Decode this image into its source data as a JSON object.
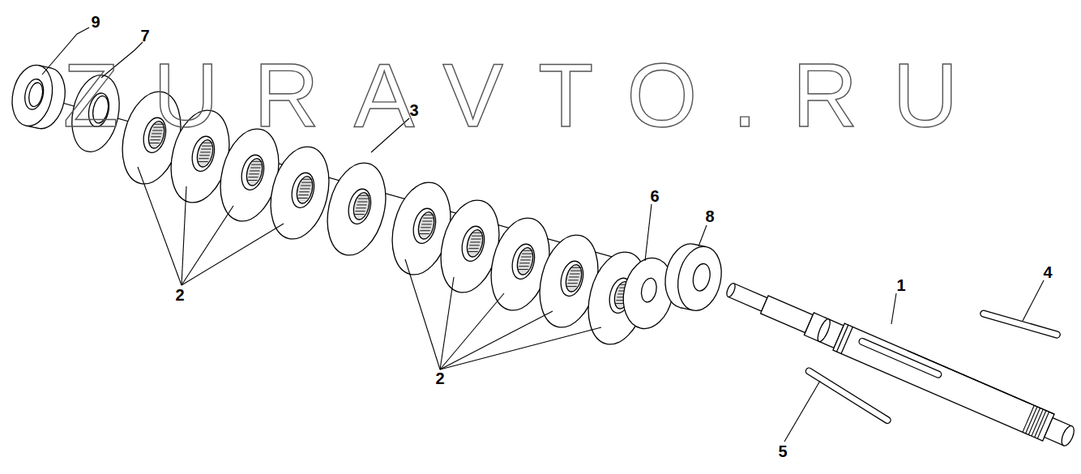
{
  "diagram": {
    "labels": [
      "ZURAVTO.RU",
      "9",
      "7",
      "3",
      "6",
      "8",
      "1",
      "4",
      "2",
      "2",
      "5"
    ]
  }
}
